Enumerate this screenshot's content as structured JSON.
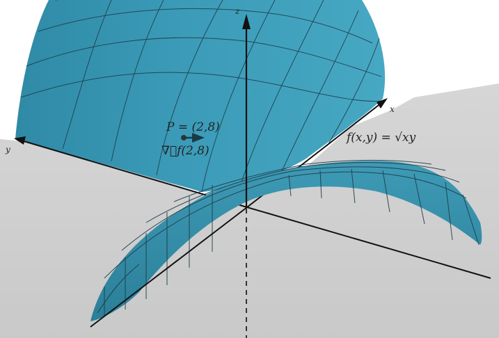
{
  "axes": {
    "x_label": "x",
    "y_label": "y",
    "z_label": "z"
  },
  "labels": {
    "function": "f(x,y) = √xy",
    "point": "P = (2,8)",
    "gradient": "∇⃗f(2,8)"
  },
  "colors": {
    "surface": "#3a97b3",
    "surface_dark": "#257790",
    "plane": "#cfcfcf",
    "mesh": "#1d3b46",
    "axis": "#111111"
  },
  "icons": {
    "point_marker": "dot-icon",
    "gradient_vector": "arrow-icon"
  }
}
